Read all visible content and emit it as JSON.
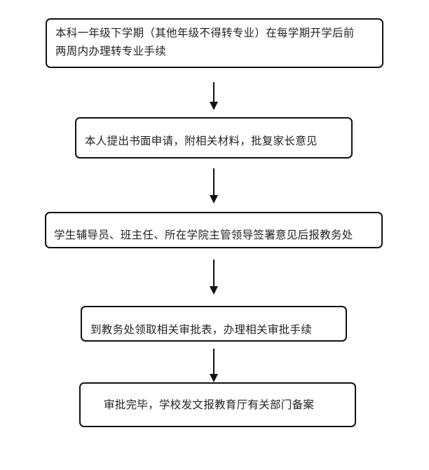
{
  "flowchart": {
    "steps": [
      {
        "line1": "本科一年级下学期（其他年级不得转专业）在每学期开学后前",
        "line2": "两周内办理转专业手续"
      },
      {
        "text": "本人提出书面申请，附相关材料，批复家长意见"
      },
      {
        "text": "学生辅导员、班主任、所在学院主管领导签署意见后报教务处"
      },
      {
        "text": "到教务处领取相关审批表，办理相关审批手续"
      },
      {
        "text": "审批完毕，学校发文报教育厅有关部门备案"
      }
    ],
    "connector_icon": "down-arrow-icon",
    "colors": {
      "stroke": "#111111",
      "text": "#222222",
      "background": "#ffffff"
    }
  }
}
